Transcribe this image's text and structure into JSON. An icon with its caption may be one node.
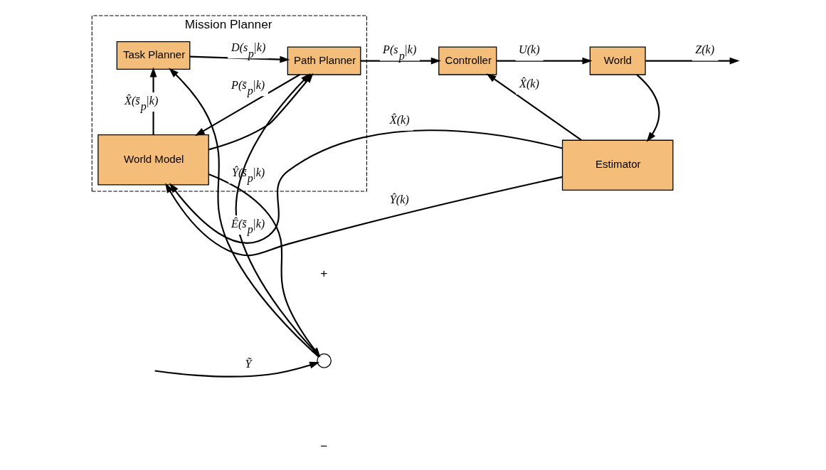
{
  "diagram": {
    "nodes": [
      {
        "text": [
          "Mission Planner"
        ]
      },
      {
        "text": [
          "Task Planner"
        ],
        "in": 0
      },
      {
        "text": [
          "Path Planner"
        ],
        "in": 0
      },
      {
        "text": [
          "Controller"
        ]
      },
      {
        "text": [
          "World"
        ]
      },
      {
        "text": [
          "World Model"
        ],
        "in": 0
      },
      {
        "text": [
          "Estimator"
        ]
      },
      {
        "text": [],
        "shape": "circle"
      }
    ],
    "edges": [
      {
        "from": null,
        "to": 7,
        "arrow": "to",
        "label": "Ỹ"
      },
      {
        "from": 7,
        "to": 1,
        "arrow": "to"
      },
      {
        "from": 7,
        "to": 2,
        "arrow": "to",
        "label": "Ê(s̄$_{p}$|k)"
      },
      {
        "from": 1,
        "to": 2,
        "arrow": "to",
        "label": "D(s$_{p}$|k)"
      },
      {
        "from": 2,
        "to": 3,
        "arrow": "to",
        "label": "P(s$_{p}$|k)"
      },
      {
        "from": 3,
        "to": 4,
        "arrow": "to",
        "label": "U(k)"
      },
      {
        "from": 4,
        "to": null,
        "arrow": "to",
        "label": "Z(k)"
      },
      {
        "from": 4,
        "to": 6,
        "arrow": "to"
      },
      {
        "from": 2,
        "to": 5,
        "arrow": "to",
        "label": "P(s̄$_{p}$|k)"
      },
      {
        "from": 5,
        "to": 1,
        "arrow": "to",
        "label": "X̂(s̄$_{p}$|k)"
      },
      {
        "from": 5,
        "to": 2,
        "arrow": "to"
      },
      {
        "from": 6,
        "to": 3,
        "arrow": "to",
        "label": "X̂(k)"
      },
      {
        "from": 6,
        "to": 5,
        "arrow": "to",
        "label": "X̂(k)"
      },
      {
        "from": 6,
        "to": 5,
        "arrow": "to",
        "label": "Ŷ(k)"
      },
      {
        "from": 5,
        "to": 7,
        "arrow": "to",
        "label": "Ŷ(s̄$_{p}$|k)"
      }
    ],
    "labels": [
      "+",
      "−"
    ]
  }
}
